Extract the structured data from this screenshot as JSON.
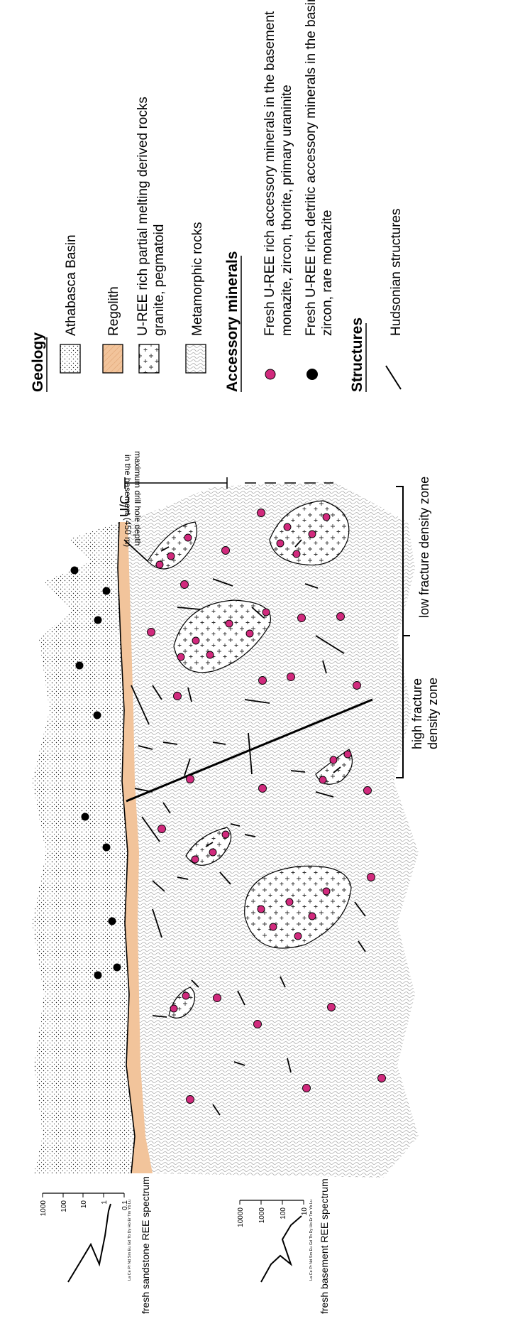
{
  "legend": {
    "geology_header": "Geology",
    "athabasca_basin": "Athabasca Basin",
    "regolith": "Regolith",
    "partial_melt_line1": "U-REE rich partial melting  derived rocks",
    "partial_melt_line2": "granite, pegmatoid",
    "metamorphic": "Metamorphic rocks",
    "accessory_header": "Accessory minerals",
    "basement_minerals_line1": "Fresh U-REE rich accessory minerals in the basement",
    "basement_minerals_line2": "monazite, zircon,  thorite, primary uraninite",
    "basin_minerals_line1": "Fresh U-REE rich detritic accessory minerals in the basin",
    "basin_minerals_line2": "zircon, rare monazite",
    "structures_header": "Structures",
    "hudsonian": "Hudsonian structures"
  },
  "section": {
    "uc_label": "U/C",
    "drill_line1": "maximum drill hole depth",
    "drill_line2": "in the basement (450 m)",
    "high_zone_line1": "high fracture",
    "high_zone_line2": "density zone",
    "low_zone": "low fracture density zone"
  },
  "spectra": {
    "sandstone_title": "fresh sandstone REE spectrum",
    "basement_title": "fresh basement REE spectrum",
    "sandstone_ticks": [
      "1000",
      "100",
      "10",
      "1",
      "0.1"
    ],
    "basement_ticks": [
      "10000",
      "1000",
      "100",
      "10"
    ],
    "ree_elements": "La Ce Pr Nd Sm Eu Gd Tb Dy Ho Er Tm Yb Lu"
  },
  "colors": {
    "regolith": "#f2c49b",
    "mineral_pink": "#d12a7d",
    "mineral_black": "#000000",
    "hatch_grey": "#a8a8a8"
  }
}
